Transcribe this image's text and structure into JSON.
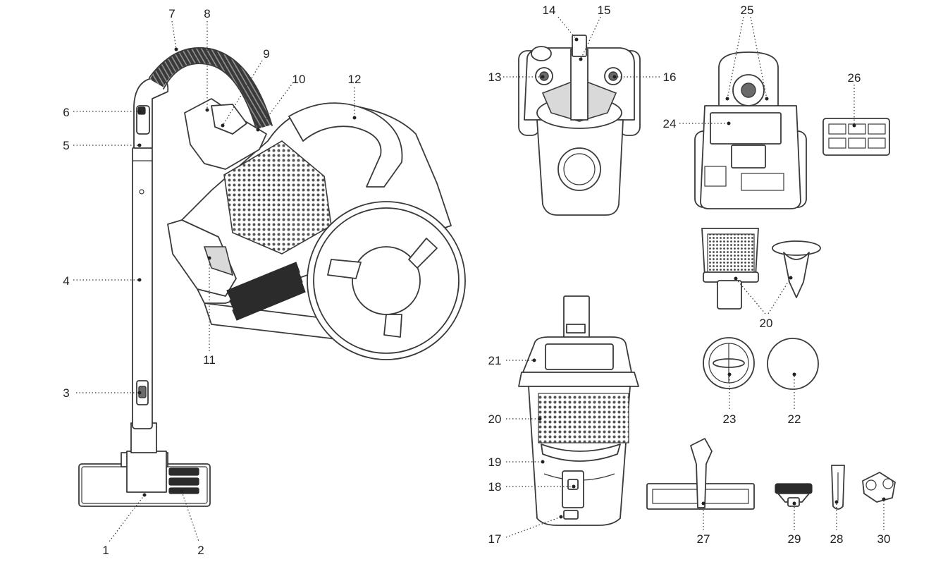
{
  "parts": [
    {
      "id": "1",
      "label": "1"
    },
    {
      "id": "2",
      "label": "2"
    },
    {
      "id": "3",
      "label": "3"
    },
    {
      "id": "4",
      "label": "4"
    },
    {
      "id": "5",
      "label": "5"
    },
    {
      "id": "6",
      "label": "6"
    },
    {
      "id": "7",
      "label": "7"
    },
    {
      "id": "8",
      "label": "8"
    },
    {
      "id": "9",
      "label": "9"
    },
    {
      "id": "10",
      "label": "10"
    },
    {
      "id": "11",
      "label": "11"
    },
    {
      "id": "12",
      "label": "12"
    },
    {
      "id": "13",
      "label": "13"
    },
    {
      "id": "14",
      "label": "14"
    },
    {
      "id": "15",
      "label": "15"
    },
    {
      "id": "16",
      "label": "16"
    },
    {
      "id": "17",
      "label": "17"
    },
    {
      "id": "18",
      "label": "18"
    },
    {
      "id": "19",
      "label": "19"
    },
    {
      "id": "20a",
      "label": "20"
    },
    {
      "id": "20b",
      "label": "20"
    },
    {
      "id": "21",
      "label": "21"
    },
    {
      "id": "22",
      "label": "22"
    },
    {
      "id": "23",
      "label": "23"
    },
    {
      "id": "24",
      "label": "24"
    },
    {
      "id": "25",
      "label": "25"
    },
    {
      "id": "26",
      "label": "26"
    },
    {
      "id": "27",
      "label": "27"
    },
    {
      "id": "28",
      "label": "28"
    },
    {
      "id": "29",
      "label": "29"
    },
    {
      "id": "30",
      "label": "30"
    }
  ]
}
